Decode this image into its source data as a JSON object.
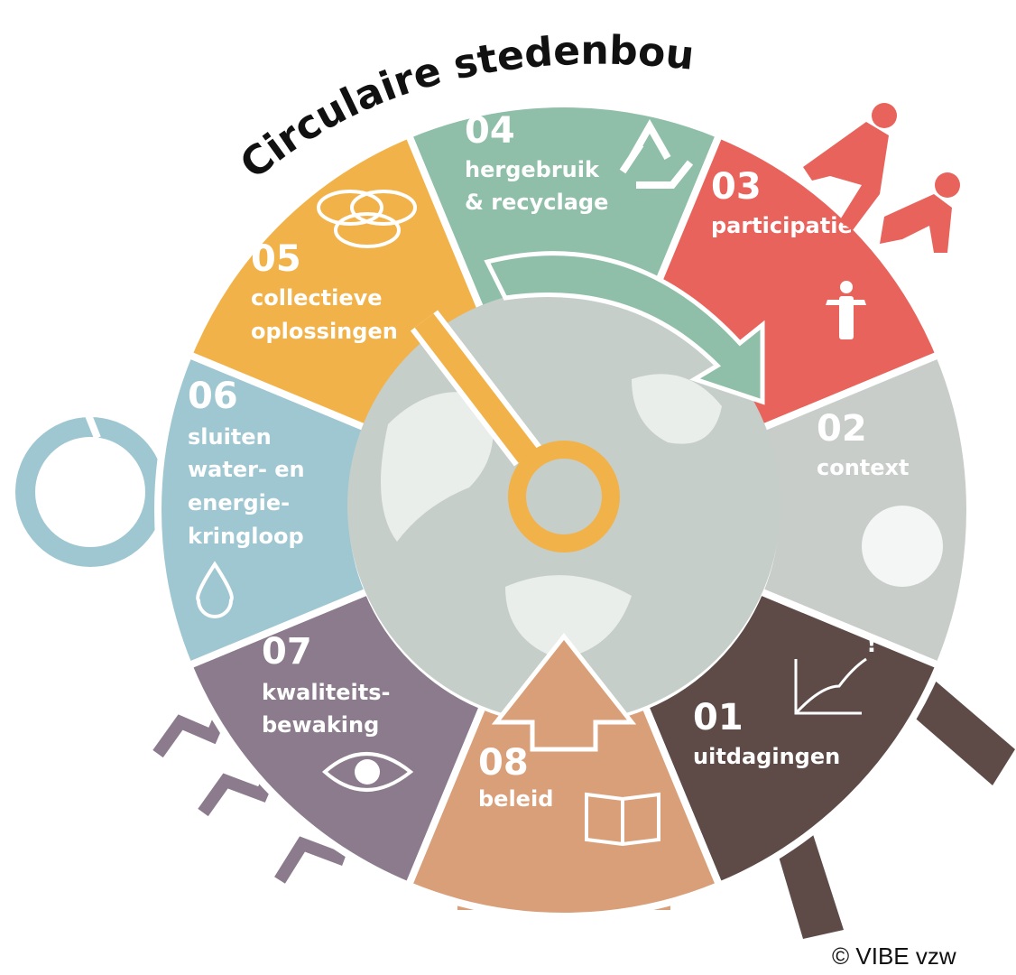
{
  "title": "Circulaire stedenbouw",
  "copyright": "© VIBE vzw",
  "colors": {
    "s04": "#8fbfa9",
    "s03": "#e8635b",
    "s02": "#c8cdca",
    "s01": "#5e4b48",
    "s08": "#d99f79",
    "s07": "#8b7b8d",
    "s06": "#9fc7d1",
    "s05": "#f2b24a",
    "globe": "#c6cec9",
    "globe_light": "#e9eeea"
  },
  "segments": [
    {
      "id": "s04",
      "number": "04",
      "lines": [
        "hergebruik",
        "& recyclage"
      ],
      "icon": "recycle-icon"
    },
    {
      "id": "s03",
      "number": "03",
      "lines": [
        "participatie"
      ],
      "icon": "people-icon"
    },
    {
      "id": "s02",
      "number": "02",
      "lines": [
        "context"
      ],
      "icon": "globe-icon"
    },
    {
      "id": "s01",
      "number": "01",
      "lines": [
        "uitdagingen"
      ],
      "icon": "chart-icon"
    },
    {
      "id": "s08",
      "number": "08",
      "lines": [
        "beleid"
      ],
      "icon": "book-icon"
    },
    {
      "id": "s07",
      "number": "07",
      "lines": [
        "kwaliteits-",
        "bewaking"
      ],
      "icon": "eye-icon"
    },
    {
      "id": "s06",
      "number": "06",
      "lines": [
        "sluiten",
        "water- en",
        "energie-",
        "kringloop"
      ],
      "icon": "water-drop-icon"
    },
    {
      "id": "s05",
      "number": "05",
      "lines": [
        "collectieve",
        "oplossingen"
      ],
      "icon": "overlapping-circles-icon"
    }
  ]
}
